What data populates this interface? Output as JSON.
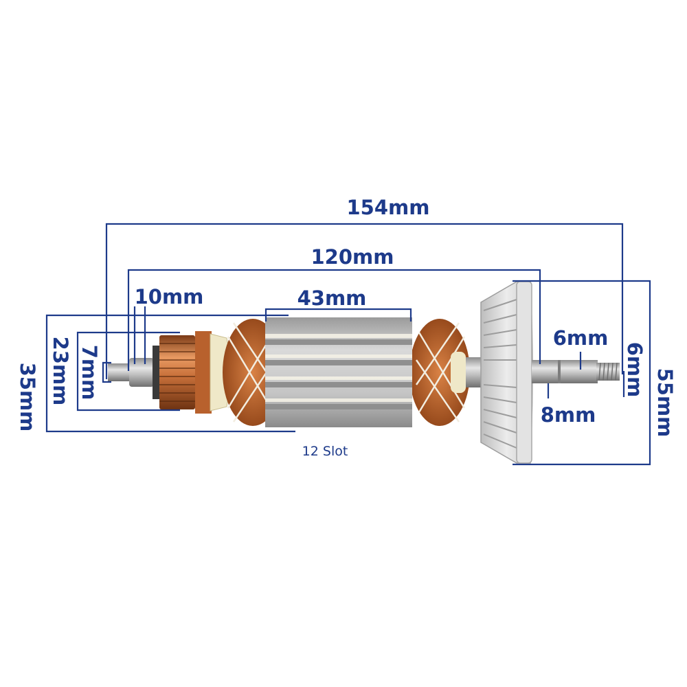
{
  "diagram": {
    "dimensions": {
      "overall_length": "154mm",
      "shaft_span": "120mm",
      "stack_length": "43mm",
      "commutator_end_length": "10mm",
      "commutator_shaft_dia": "7mm",
      "commutator_dia": "23mm",
      "armature_dia": "35mm",
      "fan_dia": "55mm",
      "thread_length": "6mm",
      "thread_dia": "6mm",
      "bearing_shaft_dia": "8mm"
    },
    "slot_note": "12 Slot"
  },
  "colors": {
    "dimension": "#1d3a8a",
    "copper": "#c8703a",
    "steel": "#c9c9c9",
    "fan": "#dcdcdc"
  }
}
